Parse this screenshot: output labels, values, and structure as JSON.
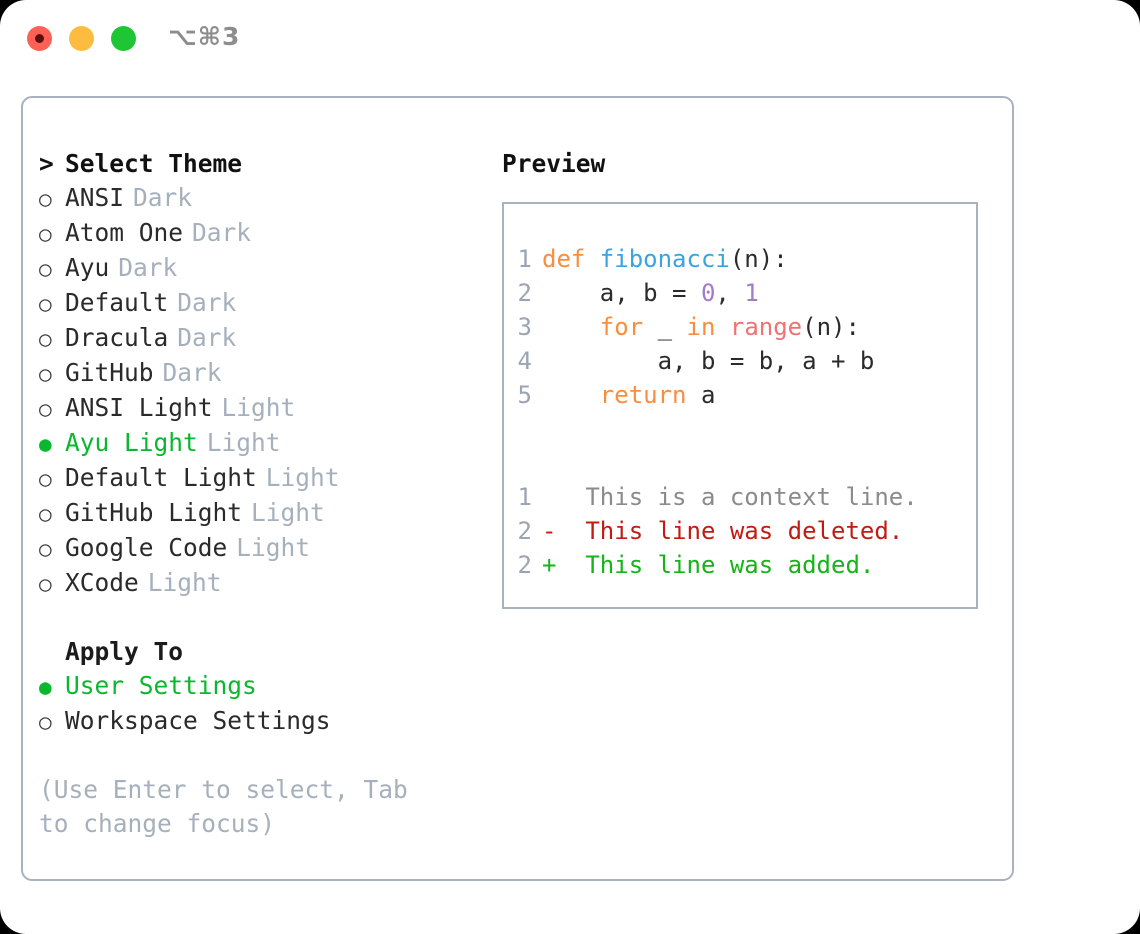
{
  "titlebar": {
    "shortcut": "⌥⌘3",
    "lights": [
      {
        "name": "close",
        "color": "#fd6156"
      },
      {
        "name": "minimize",
        "color": "#fdbc40"
      },
      {
        "name": "maximize",
        "color": "#1ec636"
      }
    ]
  },
  "theme_picker": {
    "header_marker": ">",
    "header": "Select Theme",
    "marker_selected": "●",
    "marker_unselected": "○",
    "selected_color": "#0ab82f",
    "tag_color": "#a6b0bd",
    "items": [
      {
        "marker": "○",
        "name": "ANSI",
        "tag": "Dark",
        "selected": false
      },
      {
        "marker": "○",
        "name": "Atom One",
        "tag": "Dark",
        "selected": false
      },
      {
        "marker": "○",
        "name": "Ayu",
        "tag": "Dark",
        "selected": false
      },
      {
        "marker": "○",
        "name": "Default",
        "tag": "Dark",
        "selected": false
      },
      {
        "marker": "○",
        "name": "Dracula",
        "tag": "Dark",
        "selected": false
      },
      {
        "marker": "○",
        "name": "GitHub",
        "tag": "Dark",
        "selected": false
      },
      {
        "marker": "○",
        "name": "ANSI Light",
        "tag": "Light",
        "selected": false
      },
      {
        "marker": "●",
        "name": "Ayu Light",
        "tag": "Light",
        "selected": true
      },
      {
        "marker": "○",
        "name": "Default Light",
        "tag": "Light",
        "selected": false
      },
      {
        "marker": "○",
        "name": "GitHub Light",
        "tag": "Light",
        "selected": false
      },
      {
        "marker": "○",
        "name": "Google Code",
        "tag": "Light",
        "selected": false
      },
      {
        "marker": "○",
        "name": "XCode",
        "tag": "Light",
        "selected": false
      }
    ]
  },
  "apply_to": {
    "header": "Apply To",
    "items": [
      {
        "marker": "●",
        "label": "User Settings",
        "selected": true
      },
      {
        "marker": "○",
        "label": "Workspace Settings",
        "selected": false
      }
    ]
  },
  "hint": "(Use Enter to select, Tab to change focus)",
  "preview": {
    "title": "Preview",
    "code_lines": [
      {
        "number": "1",
        "tokens": [
          {
            "text": "def ",
            "type": "kw"
          },
          {
            "text": "fibonacci",
            "type": "fn"
          },
          {
            "text": "(n):",
            "type": "pln"
          }
        ]
      },
      {
        "number": "2",
        "tokens": [
          {
            "text": "    a, b = ",
            "type": "pln"
          },
          {
            "text": "0",
            "type": "num"
          },
          {
            "text": ", ",
            "type": "pln"
          },
          {
            "text": "1",
            "type": "num"
          }
        ]
      },
      {
        "number": "3",
        "tokens": [
          {
            "text": "    ",
            "type": "pln"
          },
          {
            "text": "for",
            "type": "kw"
          },
          {
            "text": " _ ",
            "type": "pln"
          },
          {
            "text": "in",
            "type": "kw"
          },
          {
            "text": " ",
            "type": "pln"
          },
          {
            "text": "range",
            "type": "call"
          },
          {
            "text": "(n):",
            "type": "pln"
          }
        ]
      },
      {
        "number": "4",
        "tokens": [
          {
            "text": "        a, b = b, a + b",
            "type": "pln"
          }
        ]
      },
      {
        "number": "5",
        "tokens": [
          {
            "text": "    ",
            "type": "pln"
          },
          {
            "text": "return",
            "type": "kw"
          },
          {
            "text": " a",
            "type": "pln"
          }
        ]
      }
    ],
    "diff_lines": [
      {
        "number": "1",
        "sign": " ",
        "text": "This is a context line.",
        "type": "context"
      },
      {
        "number": "2",
        "sign": "-",
        "text": "This line was deleted.",
        "type": "deleted"
      },
      {
        "number": "2",
        "sign": "+",
        "text": "This line was added.",
        "type": "added"
      }
    ],
    "colors": {
      "keyword": "#fa8d3e",
      "function": "#3aa3e3",
      "number": "#a37acc",
      "call": "#f07171",
      "plain": "#2b2b2b",
      "gutter": "#9aa4b2",
      "diff_context": "#8b8b8b",
      "diff_deleted": "#c01c12",
      "diff_added": "#16b31a"
    }
  }
}
